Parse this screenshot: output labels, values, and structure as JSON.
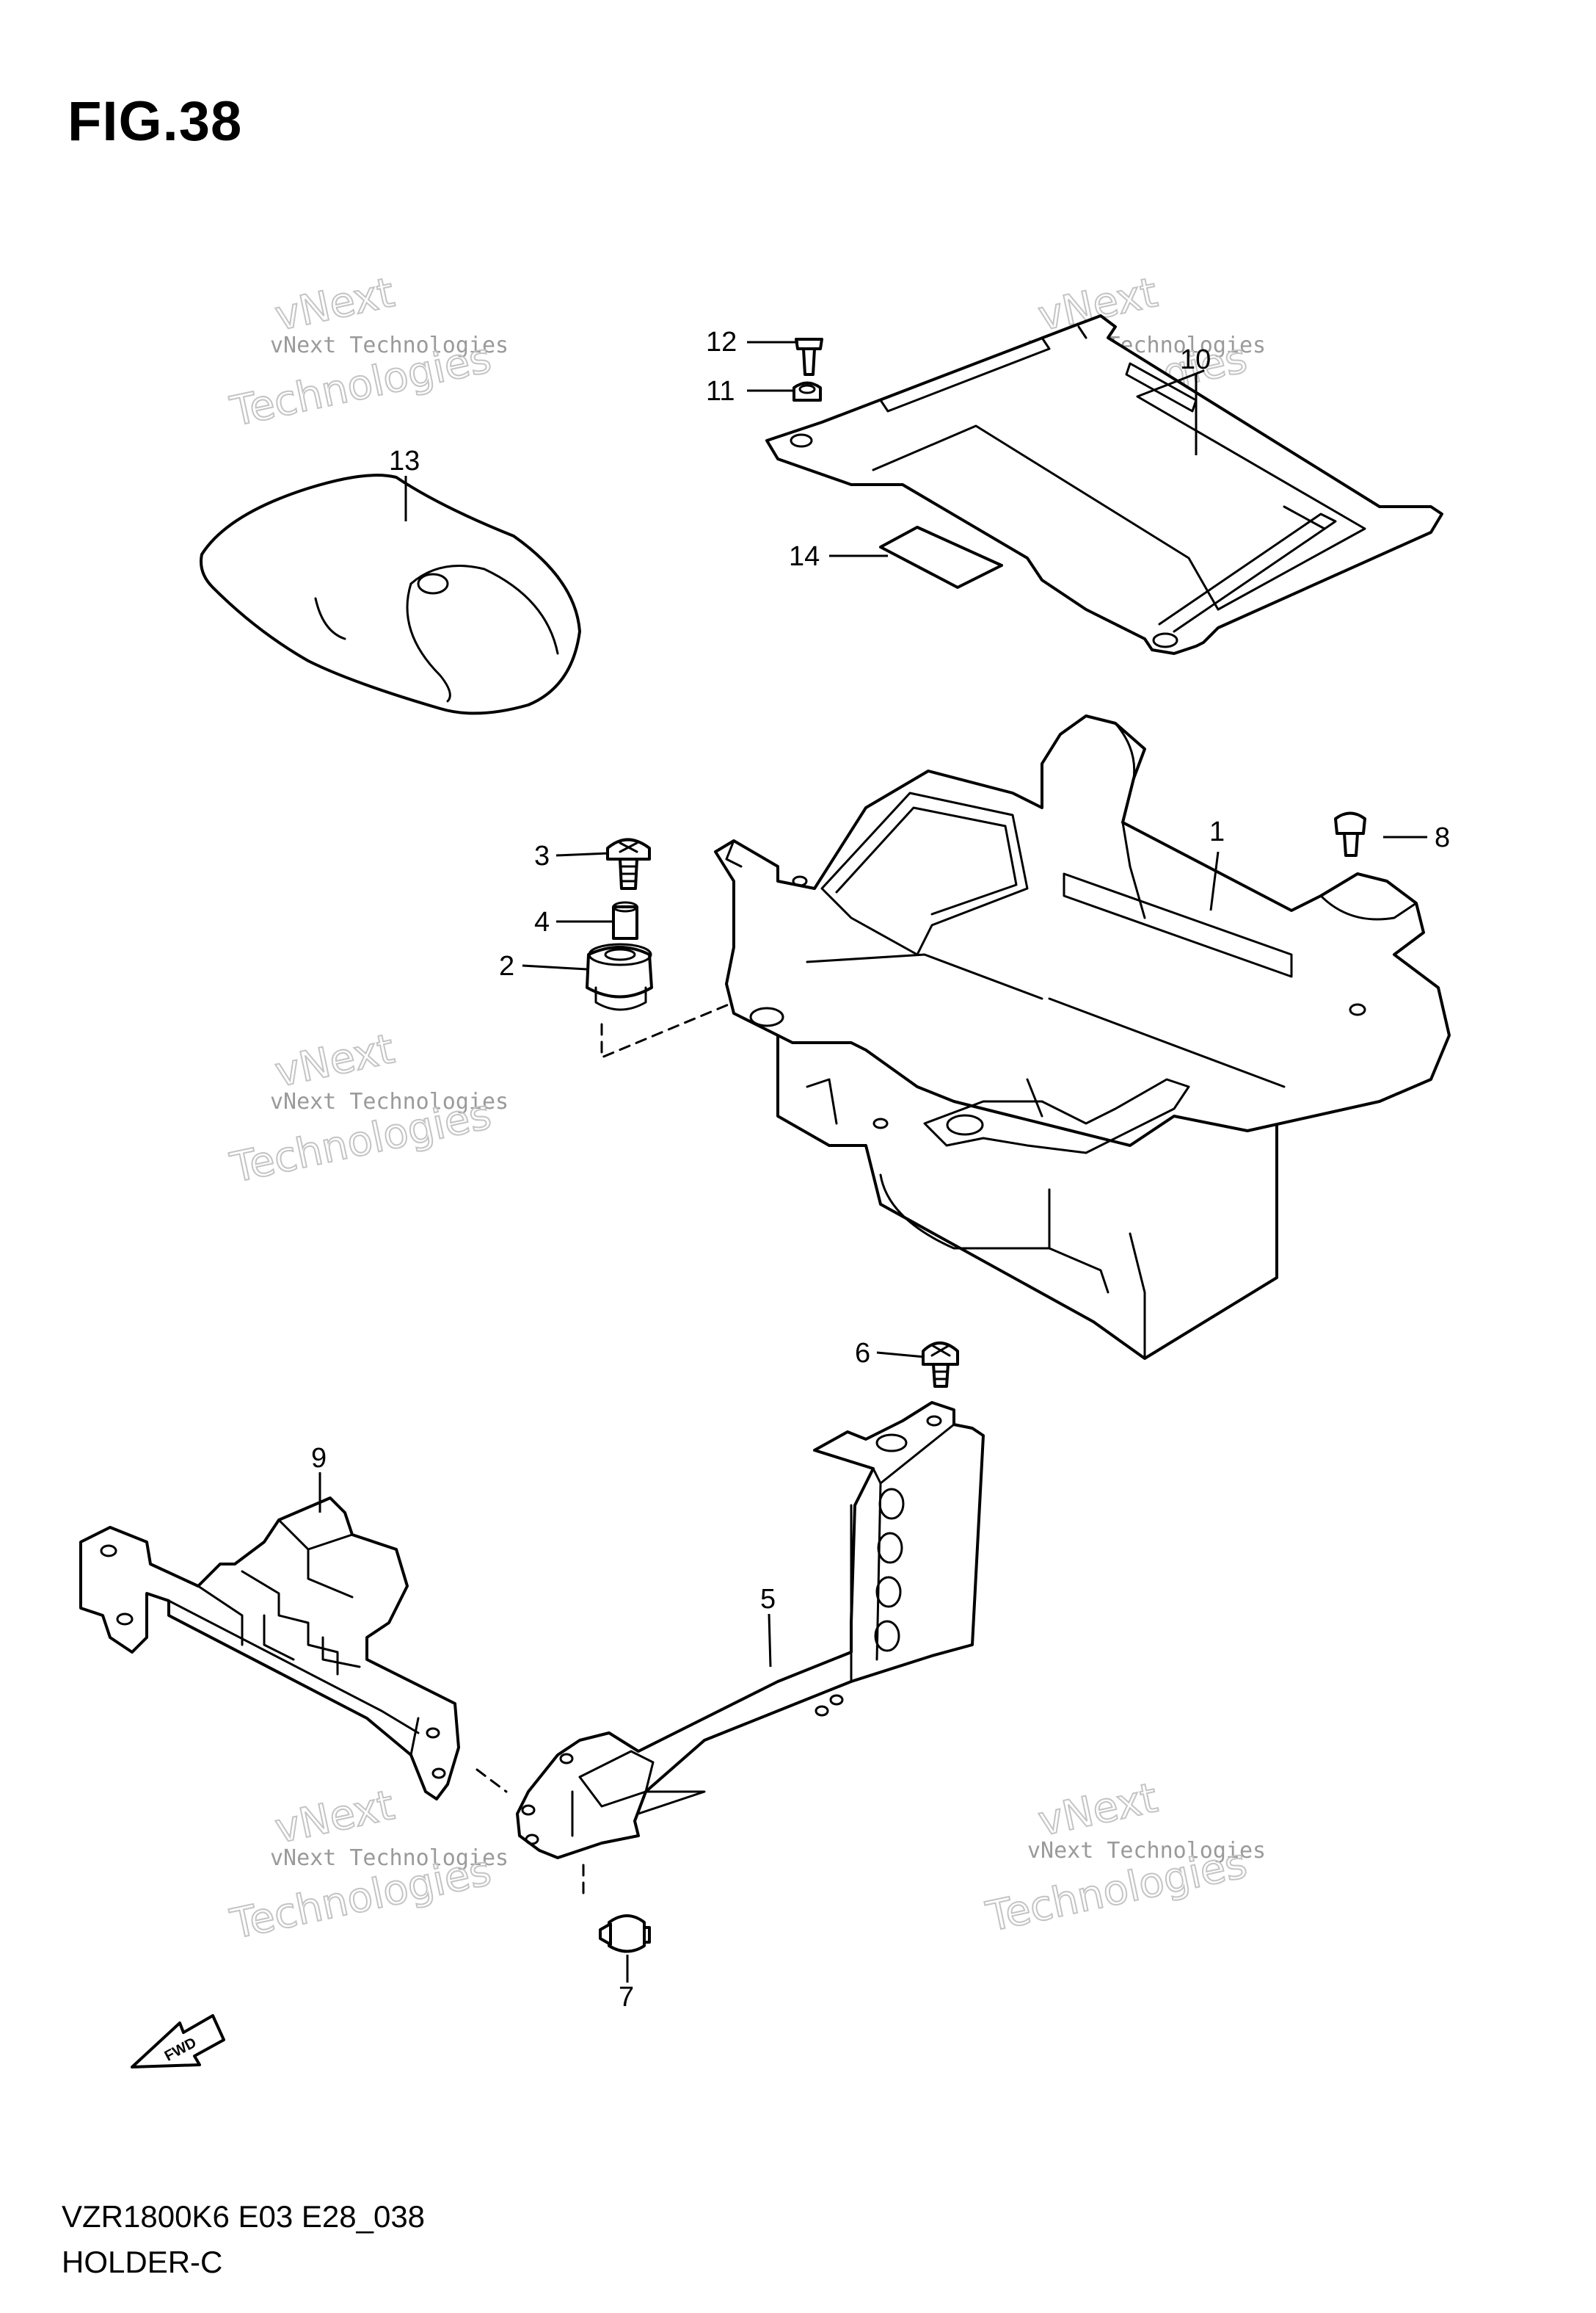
{
  "header": {
    "fig_label": "FIG.38"
  },
  "footer": {
    "model_code": "VZR1800K6 E03 E28_038",
    "section_name": "HOLDER-C"
  },
  "watermark": {
    "line1": "vNext Technologies",
    "line2": "vNext",
    "line3": "Technologies"
  },
  "direction_indicator": {
    "label": "FWD",
    "icon": "fwd-arrow-icon"
  },
  "callouts": {
    "p1": "1",
    "p2": "2",
    "p3": "3",
    "p4": "4",
    "p5": "5",
    "p6": "6",
    "p7": "7",
    "p8": "8",
    "p9": "9",
    "p10": "10",
    "p11": "11",
    "p12": "12",
    "p13": "13",
    "p14": "14"
  },
  "colors": {
    "line": "#000000",
    "background": "#ffffff",
    "watermark": "#9a9a9a"
  }
}
